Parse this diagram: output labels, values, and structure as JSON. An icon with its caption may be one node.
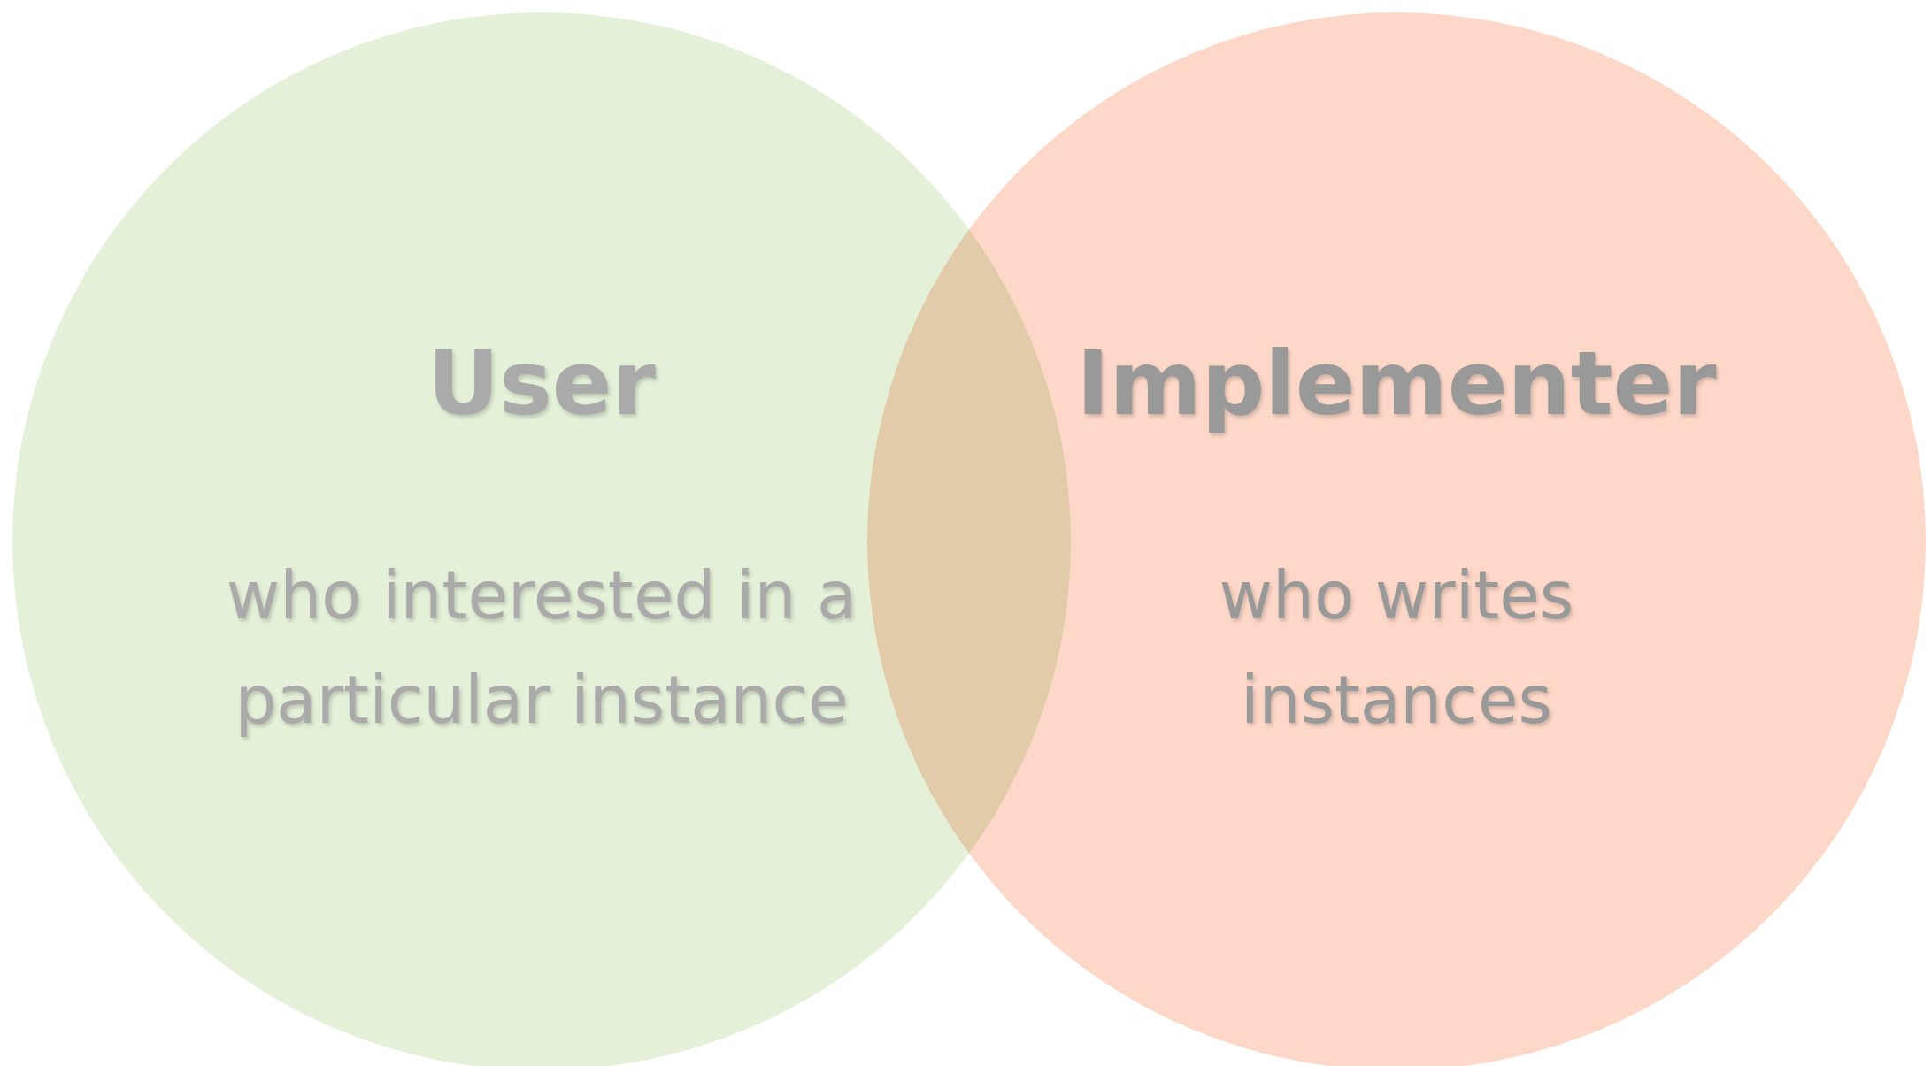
{
  "diagram": {
    "nodes": [
      {
        "text": [
          "User",
          "who interested in a particular instance"
        ]
      },
      {
        "text": [
          "Implementer",
          "who writes instances"
        ]
      }
    ]
  }
}
